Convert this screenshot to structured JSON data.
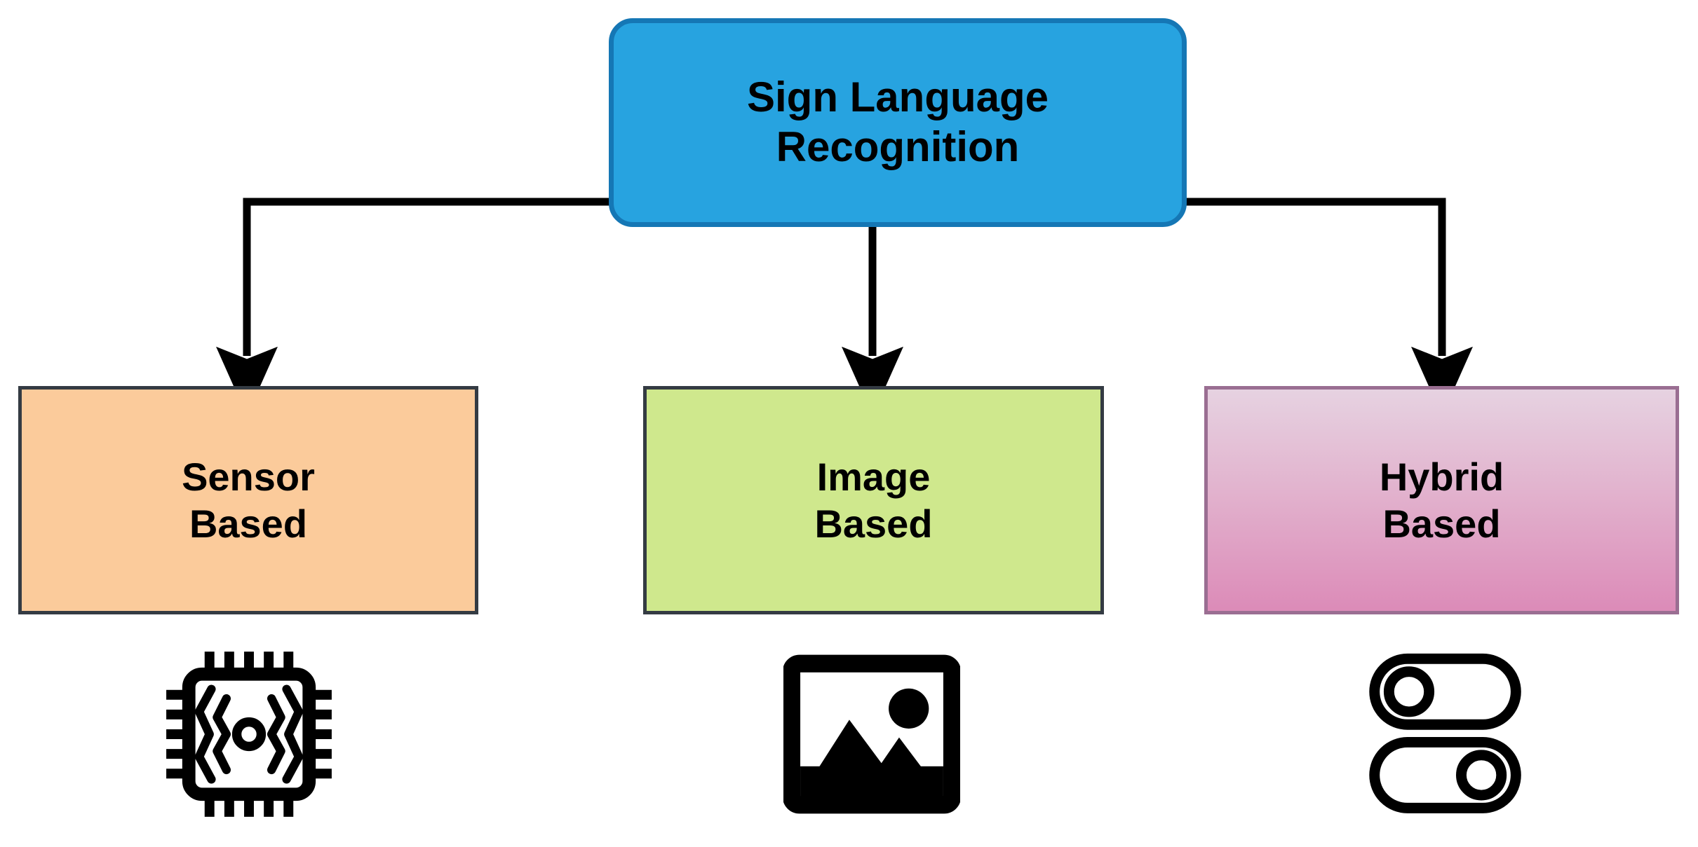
{
  "diagram": {
    "title": "Sign Language Recognition",
    "root": {
      "label": "Sign Language Recognition",
      "line1": "Sign Language",
      "line2": "Recognition",
      "fill": "#27A3E0",
      "border": "#1577B5"
    },
    "branches": [
      {
        "id": "sensor",
        "label": "Sensor Based",
        "line1": "Sensor",
        "line2": "Based",
        "fill": "#FBCB9B",
        "border": "#343B43",
        "icon": "microchip-sensor-icon"
      },
      {
        "id": "image",
        "label": "Image Based",
        "line1": "Image",
        "line2": "Based",
        "fill": "#CFE88D",
        "border": "#343B43",
        "icon": "picture-image-icon"
      },
      {
        "id": "hybrid",
        "label": "Hybrid Based",
        "line1": "Hybrid",
        "line2": "Based",
        "fill_top": "#E6D2E1",
        "fill_bottom": "#DC8BB8",
        "border": "#9A6E92",
        "icon": "toggle-switches-icon"
      }
    ],
    "connector_color": "#000000",
    "background": "#ffffff"
  }
}
